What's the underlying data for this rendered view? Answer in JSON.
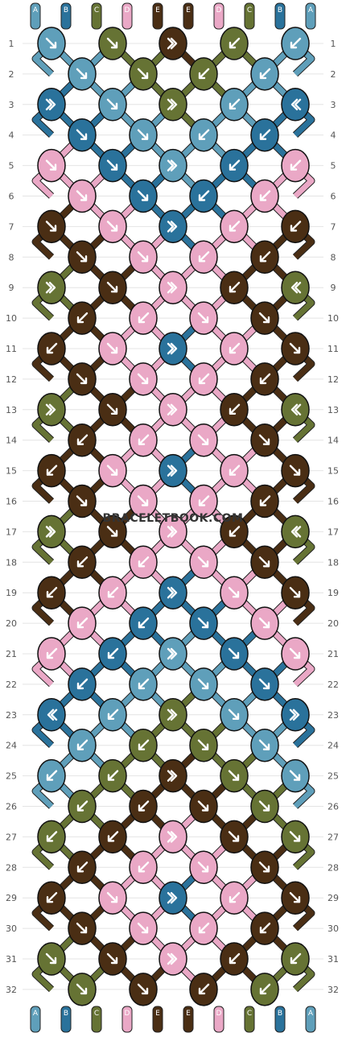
{
  "strand_letters": [
    "A",
    "B",
    "C",
    "D",
    "E",
    "E",
    "D",
    "C",
    "B",
    "A"
  ],
  "colors": {
    "A": "#5f9fba",
    "B": "#2a729b",
    "C": "#667334",
    "D": "#eaa8c6",
    "E": "#4a2e14"
  },
  "watermark": "BRACELETBOOK.COM",
  "row_numbers": [
    "1",
    "2",
    "3",
    "4",
    "5",
    "6",
    "7",
    "8",
    "9",
    "10",
    "11",
    "12",
    "13",
    "14",
    "15",
    "16",
    "17",
    "18",
    "19",
    "20",
    "21",
    "22",
    "23",
    "24",
    "25",
    "26",
    "27",
    "28",
    "29",
    "30",
    "31",
    "32"
  ],
  "knot_rows": [
    {
      "knots": [
        {
          "c": "A",
          "d": "dr"
        },
        {
          "c": "C",
          "d": "dr"
        },
        {
          "c": "E",
          "d": "r"
        },
        {
          "c": "C",
          "d": "dl"
        },
        {
          "c": "A",
          "d": "dl"
        }
      ]
    },
    {
      "knots": [
        {
          "c": "A",
          "d": "dr"
        },
        {
          "c": "C",
          "d": "dr"
        },
        {
          "c": "C",
          "d": "dl"
        },
        {
          "c": "A",
          "d": "dl"
        }
      ]
    },
    {
      "knots": [
        {
          "c": "B",
          "d": "r"
        },
        {
          "c": "A",
          "d": "dr"
        },
        {
          "c": "C",
          "d": "r"
        },
        {
          "c": "A",
          "d": "dl"
        },
        {
          "c": "B",
          "d": "l"
        }
      ]
    },
    {
      "knots": [
        {
          "c": "B",
          "d": "dr"
        },
        {
          "c": "A",
          "d": "dr"
        },
        {
          "c": "A",
          "d": "dl"
        },
        {
          "c": "B",
          "d": "dl"
        }
      ]
    },
    {
      "knots": [
        {
          "c": "D",
          "d": "dr"
        },
        {
          "c": "B",
          "d": "dr"
        },
        {
          "c": "A",
          "d": "r"
        },
        {
          "c": "B",
          "d": "dl"
        },
        {
          "c": "D",
          "d": "dl"
        }
      ]
    },
    {
      "knots": [
        {
          "c": "D",
          "d": "dr"
        },
        {
          "c": "B",
          "d": "dr"
        },
        {
          "c": "B",
          "d": "dl"
        },
        {
          "c": "D",
          "d": "dl"
        }
      ]
    },
    {
      "knots": [
        {
          "c": "E",
          "d": "dr"
        },
        {
          "c": "D",
          "d": "dr"
        },
        {
          "c": "B",
          "d": "r"
        },
        {
          "c": "D",
          "d": "dl"
        },
        {
          "c": "E",
          "d": "dl"
        }
      ]
    },
    {
      "knots": [
        {
          "c": "E",
          "d": "dr"
        },
        {
          "c": "D",
          "d": "dr"
        },
        {
          "c": "D",
          "d": "dl"
        },
        {
          "c": "E",
          "d": "dl"
        }
      ]
    },
    {
      "knots": [
        {
          "c": "C",
          "d": "r"
        },
        {
          "c": "E",
          "d": "dr"
        },
        {
          "c": "D",
          "d": "r"
        },
        {
          "c": "E",
          "d": "dl"
        },
        {
          "c": "C",
          "d": "l"
        }
      ]
    },
    {
      "knots": [
        {
          "c": "E",
          "d": "dl"
        },
        {
          "c": "D",
          "d": "dl"
        },
        {
          "c": "D",
          "d": "dr"
        },
        {
          "c": "E",
          "d": "dr"
        }
      ]
    },
    {
      "knots": [
        {
          "c": "E",
          "d": "dl"
        },
        {
          "c": "D",
          "d": "dr"
        },
        {
          "c": "B",
          "d": "r"
        },
        {
          "c": "D",
          "d": "dl"
        },
        {
          "c": "E",
          "d": "dr"
        }
      ]
    },
    {
      "knots": [
        {
          "c": "E",
          "d": "dr"
        },
        {
          "c": "D",
          "d": "dr"
        },
        {
          "c": "D",
          "d": "dl"
        },
        {
          "c": "E",
          "d": "dl"
        }
      ]
    },
    {
      "knots": [
        {
          "c": "C",
          "d": "r"
        },
        {
          "c": "E",
          "d": "dr"
        },
        {
          "c": "D",
          "d": "r"
        },
        {
          "c": "E",
          "d": "dl"
        },
        {
          "c": "C",
          "d": "l"
        }
      ]
    },
    {
      "knots": [
        {
          "c": "E",
          "d": "dl"
        },
        {
          "c": "D",
          "d": "dl"
        },
        {
          "c": "D",
          "d": "dr"
        },
        {
          "c": "E",
          "d": "dr"
        }
      ]
    },
    {
      "knots": [
        {
          "c": "E",
          "d": "dl"
        },
        {
          "c": "D",
          "d": "dr"
        },
        {
          "c": "B",
          "d": "r"
        },
        {
          "c": "D",
          "d": "dl"
        },
        {
          "c": "E",
          "d": "dr"
        }
      ]
    },
    {
      "knots": [
        {
          "c": "E",
          "d": "dr"
        },
        {
          "c": "D",
          "d": "dr"
        },
        {
          "c": "D",
          "d": "dl"
        },
        {
          "c": "E",
          "d": "dl"
        }
      ]
    },
    {
      "knots": [
        {
          "c": "C",
          "d": "r"
        },
        {
          "c": "E",
          "d": "dr"
        },
        {
          "c": "D",
          "d": "r"
        },
        {
          "c": "E",
          "d": "dl"
        },
        {
          "c": "C",
          "d": "l"
        }
      ]
    },
    {
      "knots": [
        {
          "c": "E",
          "d": "dl"
        },
        {
          "c": "D",
          "d": "dl"
        },
        {
          "c": "D",
          "d": "dr"
        },
        {
          "c": "E",
          "d": "dr"
        }
      ]
    },
    {
      "knots": [
        {
          "c": "E",
          "d": "dl"
        },
        {
          "c": "D",
          "d": "dl"
        },
        {
          "c": "B",
          "d": "r"
        },
        {
          "c": "D",
          "d": "dr"
        },
        {
          "c": "E",
          "d": "dr"
        }
      ]
    },
    {
      "knots": [
        {
          "c": "D",
          "d": "dl"
        },
        {
          "c": "B",
          "d": "dl"
        },
        {
          "c": "B",
          "d": "dr"
        },
        {
          "c": "D",
          "d": "dr"
        }
      ]
    },
    {
      "knots": [
        {
          "c": "D",
          "d": "dl"
        },
        {
          "c": "B",
          "d": "dl"
        },
        {
          "c": "A",
          "d": "r"
        },
        {
          "c": "B",
          "d": "dr"
        },
        {
          "c": "D",
          "d": "dr"
        }
      ]
    },
    {
      "knots": [
        {
          "c": "B",
          "d": "dl"
        },
        {
          "c": "A",
          "d": "dl"
        },
        {
          "c": "A",
          "d": "dr"
        },
        {
          "c": "B",
          "d": "dr"
        }
      ]
    },
    {
      "knots": [
        {
          "c": "B",
          "d": "l"
        },
        {
          "c": "A",
          "d": "dl"
        },
        {
          "c": "C",
          "d": "r"
        },
        {
          "c": "A",
          "d": "dr"
        },
        {
          "c": "B",
          "d": "r"
        }
      ]
    },
    {
      "knots": [
        {
          "c": "A",
          "d": "dl"
        },
        {
          "c": "C",
          "d": "dl"
        },
        {
          "c": "C",
          "d": "dr"
        },
        {
          "c": "A",
          "d": "dr"
        }
      ]
    },
    {
      "knots": [
        {
          "c": "A",
          "d": "dl"
        },
        {
          "c": "C",
          "d": "dl"
        },
        {
          "c": "E",
          "d": "r"
        },
        {
          "c": "C",
          "d": "dr"
        },
        {
          "c": "A",
          "d": "dr"
        }
      ]
    },
    {
      "knots": [
        {
          "c": "C",
          "d": "dl"
        },
        {
          "c": "E",
          "d": "dl"
        },
        {
          "c": "E",
          "d": "dr"
        },
        {
          "c": "C",
          "d": "dr"
        }
      ]
    },
    {
      "knots": [
        {
          "c": "C",
          "d": "dl"
        },
        {
          "c": "E",
          "d": "dl"
        },
        {
          "c": "D",
          "d": "r"
        },
        {
          "c": "E",
          "d": "dr"
        },
        {
          "c": "C",
          "d": "dr"
        }
      ]
    },
    {
      "knots": [
        {
          "c": "E",
          "d": "dl"
        },
        {
          "c": "D",
          "d": "dl"
        },
        {
          "c": "D",
          "d": "dr"
        },
        {
          "c": "E",
          "d": "dr"
        }
      ]
    },
    {
      "knots": [
        {
          "c": "E",
          "d": "dl"
        },
        {
          "c": "D",
          "d": "dr"
        },
        {
          "c": "B",
          "d": "r"
        },
        {
          "c": "D",
          "d": "dl"
        },
        {
          "c": "E",
          "d": "dr"
        }
      ]
    },
    {
      "knots": [
        {
          "c": "E",
          "d": "dr"
        },
        {
          "c": "D",
          "d": "dr"
        },
        {
          "c": "D",
          "d": "dl"
        },
        {
          "c": "E",
          "d": "dl"
        }
      ]
    },
    {
      "knots": [
        {
          "c": "C",
          "d": "dr"
        },
        {
          "c": "E",
          "d": "dr"
        },
        {
          "c": "D",
          "d": "r"
        },
        {
          "c": "E",
          "d": "dl"
        },
        {
          "c": "C",
          "d": "dl"
        }
      ]
    },
    {
      "knots": [
        {
          "c": "C",
          "d": "dr"
        },
        {
          "c": "E",
          "d": "dr"
        },
        {
          "c": "E",
          "d": "dl"
        },
        {
          "c": "C",
          "d": "dl"
        }
      ]
    }
  ]
}
